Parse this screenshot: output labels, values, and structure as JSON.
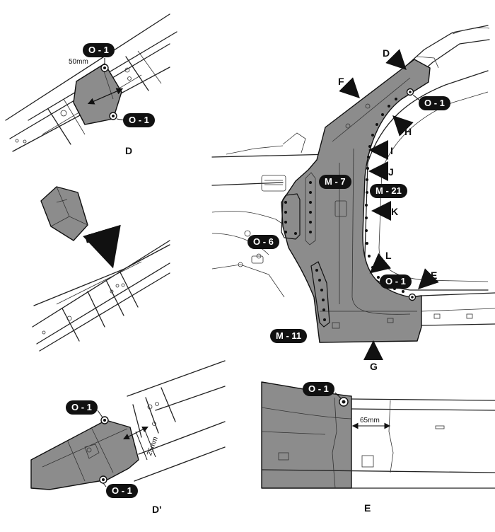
{
  "views": {
    "d": {
      "label": "D",
      "dimension": "50mm",
      "callout_top": "O - 1",
      "callout_bottom": "O - 1"
    },
    "d_prime": {
      "label": "D'",
      "dimension": "25mm",
      "callout_top": "O - 1",
      "callout_bottom": "O - 1"
    },
    "e": {
      "label": "E",
      "dimension": "65mm",
      "callout": "O - 1"
    },
    "main": {
      "arrows": {
        "d": "D",
        "e": "E",
        "f": "F",
        "g": "G",
        "h": "H",
        "i": "I",
        "j": "J",
        "k": "K",
        "l": "L"
      },
      "callouts": {
        "o1_top": "O - 1",
        "o1_bottom": "O - 1",
        "m7": "M - 7",
        "m21": "M - 21",
        "o6": "O - 6",
        "m11": "M - 11"
      }
    }
  }
}
